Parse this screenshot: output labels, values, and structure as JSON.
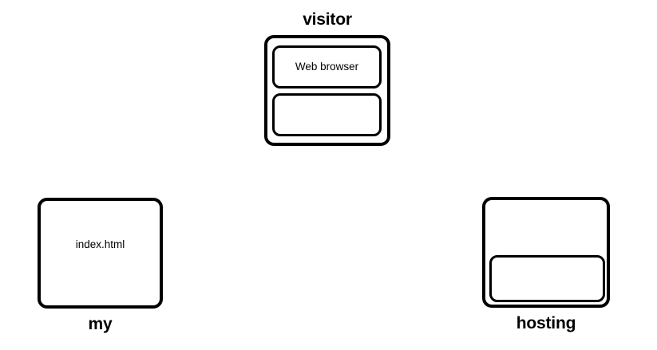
{
  "diagram": {
    "title": "",
    "background_color": "#ffffff",
    "stroke_color": "#000000",
    "nodes": [
      {
        "id": "visitor",
        "label": "visitor",
        "label_position": "top",
        "children": [
          {
            "id": "web-browser",
            "text": "Web browser"
          },
          {
            "id": "visitor-empty",
            "text": ""
          }
        ]
      },
      {
        "id": "my",
        "label": "my",
        "label_position": "bottom",
        "children": [
          {
            "id": "index-file",
            "text": "index.html"
          }
        ]
      },
      {
        "id": "hosting",
        "label": "hosting",
        "label_position": "bottom",
        "children": [
          {
            "id": "hosting-empty",
            "text": ""
          }
        ]
      }
    ]
  }
}
